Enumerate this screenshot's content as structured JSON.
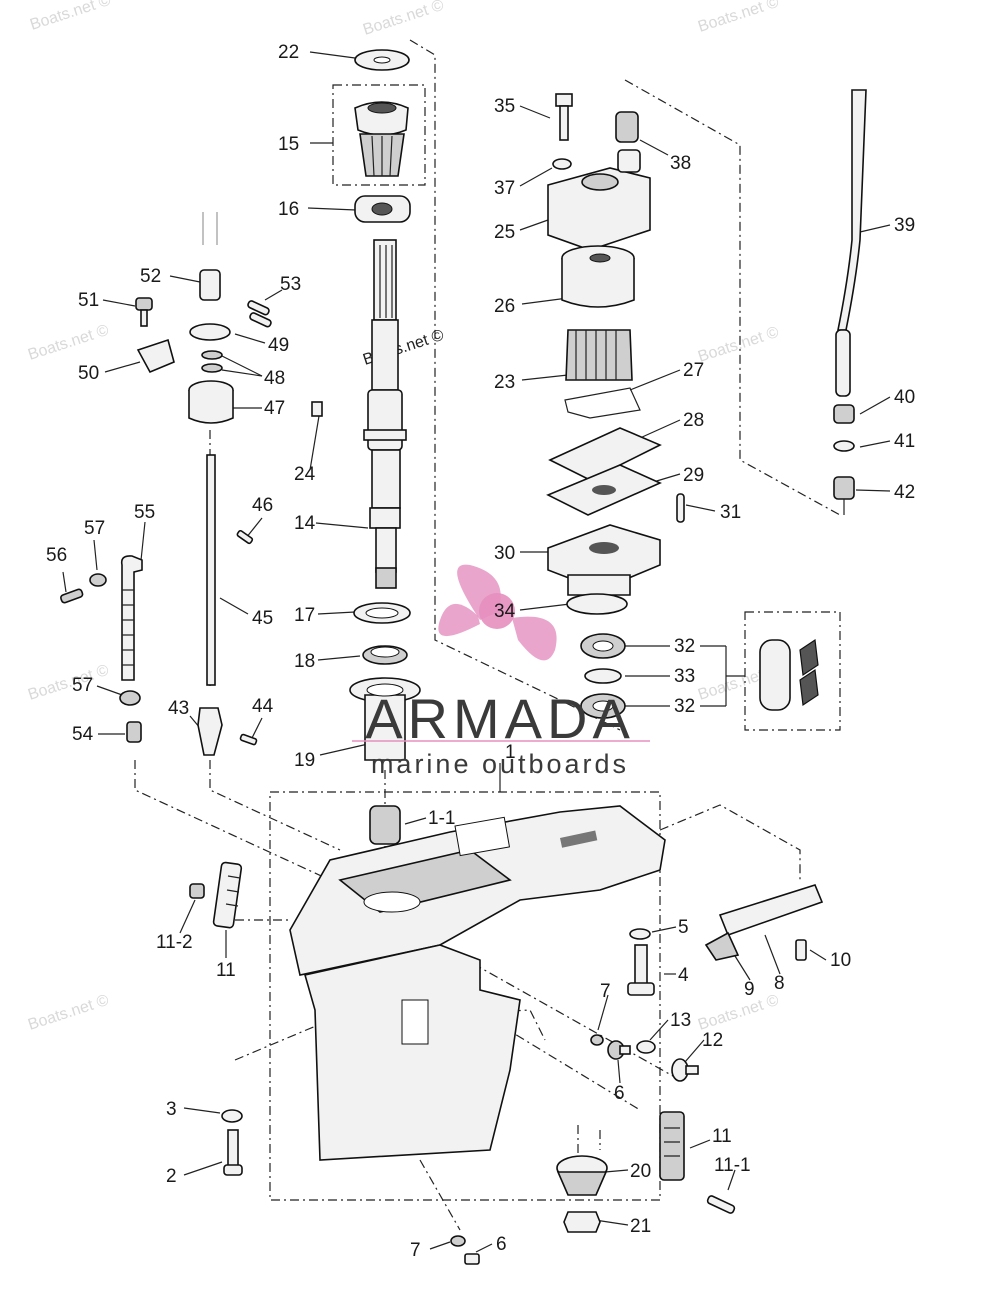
{
  "watermark": "Boats.net ©",
  "brand": {
    "name": "ARMADA",
    "tagline": "marine outboards",
    "logo_color": "#e58fbf"
  },
  "callouts": [
    {
      "id": "c22",
      "text": "22"
    },
    {
      "id": "c15",
      "text": "15"
    },
    {
      "id": "c16",
      "text": "16"
    },
    {
      "id": "c35",
      "text": "35"
    },
    {
      "id": "c38",
      "text": "38"
    },
    {
      "id": "c37",
      "text": "37"
    },
    {
      "id": "c25",
      "text": "25"
    },
    {
      "id": "c39",
      "text": "39"
    },
    {
      "id": "c52",
      "text": "52"
    },
    {
      "id": "c53",
      "text": "53"
    },
    {
      "id": "c51",
      "text": "51"
    },
    {
      "id": "c26",
      "text": "26"
    },
    {
      "id": "c49",
      "text": "49"
    },
    {
      "id": "c48",
      "text": "48"
    },
    {
      "id": "c50",
      "text": "50"
    },
    {
      "id": "c23",
      "text": "23"
    },
    {
      "id": "c27",
      "text": "27"
    },
    {
      "id": "c47",
      "text": "47"
    },
    {
      "id": "c40",
      "text": "40"
    },
    {
      "id": "c41",
      "text": "41"
    },
    {
      "id": "c28",
      "text": "28"
    },
    {
      "id": "c24",
      "text": "24"
    },
    {
      "id": "c29",
      "text": "29"
    },
    {
      "id": "c42",
      "text": "42"
    },
    {
      "id": "c46",
      "text": "46"
    },
    {
      "id": "c55",
      "text": "55"
    },
    {
      "id": "c31",
      "text": "31"
    },
    {
      "id": "c14",
      "text": "14"
    },
    {
      "id": "c57a",
      "text": "57"
    },
    {
      "id": "c30",
      "text": "30"
    },
    {
      "id": "c56",
      "text": "56"
    },
    {
      "id": "c45",
      "text": "45"
    },
    {
      "id": "c17",
      "text": "17"
    },
    {
      "id": "c34",
      "text": "34"
    },
    {
      "id": "c32a",
      "text": "32"
    },
    {
      "id": "c18",
      "text": "18"
    },
    {
      "id": "c33",
      "text": "33"
    },
    {
      "id": "c57b",
      "text": "57"
    },
    {
      "id": "c32b",
      "text": "32"
    },
    {
      "id": "c43",
      "text": "43"
    },
    {
      "id": "c44",
      "text": "44"
    },
    {
      "id": "c54",
      "text": "54"
    },
    {
      "id": "c19",
      "text": "19"
    },
    {
      "id": "c1",
      "text": "1"
    },
    {
      "id": "c1_1",
      "text": "1-1"
    },
    {
      "id": "c11_2",
      "text": "11-2"
    },
    {
      "id": "c11a",
      "text": "11"
    },
    {
      "id": "c5",
      "text": "5"
    },
    {
      "id": "c10",
      "text": "10"
    },
    {
      "id": "c4",
      "text": "4"
    },
    {
      "id": "c9",
      "text": "9"
    },
    {
      "id": "c8",
      "text": "8"
    },
    {
      "id": "c7a",
      "text": "7"
    },
    {
      "id": "c13",
      "text": "13"
    },
    {
      "id": "c12",
      "text": "12"
    },
    {
      "id": "c6a",
      "text": "6"
    },
    {
      "id": "c3",
      "text": "3"
    },
    {
      "id": "c11b",
      "text": "11"
    },
    {
      "id": "c11_1",
      "text": "11-1"
    },
    {
      "id": "c20",
      "text": "20"
    },
    {
      "id": "c2",
      "text": "2"
    },
    {
      "id": "c21",
      "text": "21"
    },
    {
      "id": "c7b",
      "text": "7"
    },
    {
      "id": "c6b",
      "text": "6"
    }
  ]
}
